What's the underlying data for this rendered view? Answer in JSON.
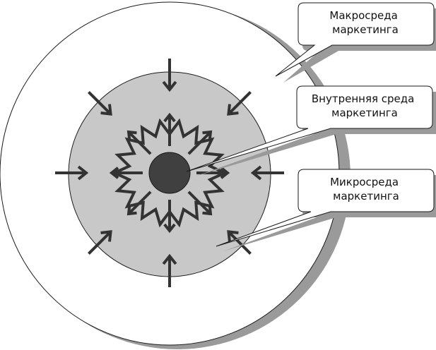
{
  "labels": {
    "macro": [
      "Макросреда",
      "маркетинга"
    ],
    "internal": [
      "Внутренняя среда",
      "маркетинга"
    ],
    "micro": [
      "Микросреда",
      "маркетинга"
    ]
  },
  "colors": {
    "outer_fill": "#ffffff",
    "middle_fill": "#c8c8c8",
    "core_fill": "#404040",
    "stroke": "#1a1a1a",
    "arrow": "#333333",
    "shadow": "#9a9a9a"
  }
}
